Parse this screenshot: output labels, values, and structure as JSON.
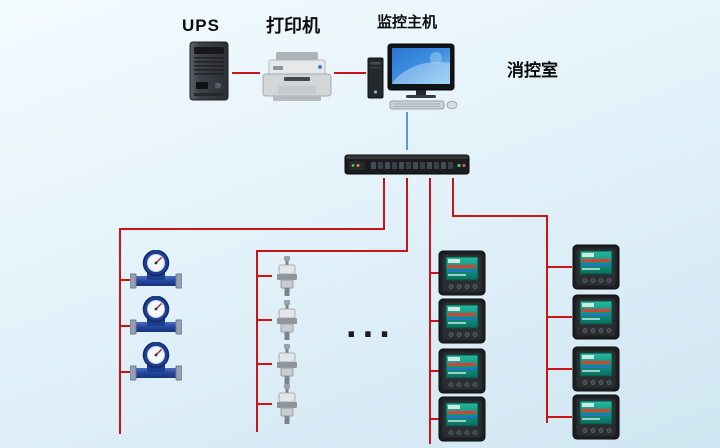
{
  "labels": {
    "ups": "UPS",
    "printer": "打印机",
    "monitoring_host": "监控主机",
    "fire_control_room": "消控室",
    "ellipsis": "···"
  },
  "icons": {
    "ups": "ups-tower-icon",
    "printer": "laser-printer-icon",
    "monitoring_host": "desktop-computer-icon",
    "data_collector": "rack-switch-icon",
    "water_meter": "water-meter-icon",
    "transmitter": "transmitter-sensor-icon",
    "power_meter": "power-monitor-meter-icon"
  },
  "colors": {
    "background_top": "#f3fbfe",
    "background_bottom": "#cfe6f2",
    "cable_red": "#cc1414",
    "cable_blue": "#4e9cd8"
  },
  "counts": {
    "water_meters": 3,
    "transmitters": 4,
    "power_meters_left_column": 4,
    "power_meters_right_column": 4
  }
}
